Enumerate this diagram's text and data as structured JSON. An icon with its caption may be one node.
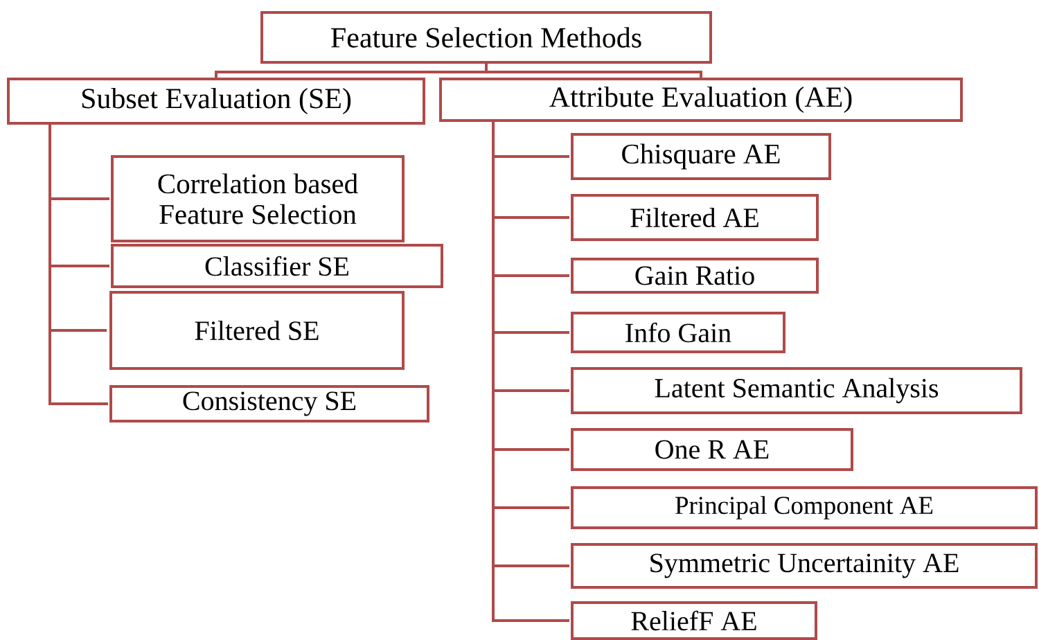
{
  "diagram": {
    "nodes": [
      {
        "text": [
          "Feature Selection Methods"
        ]
      },
      {
        "text": [
          "Subset  Evaluation (SE)"
        ]
      },
      {
        "text": [
          "Attribute Evaluation (AE)"
        ]
      },
      {
        "text": [
          "Correlation based Feature Selection"
        ]
      },
      {
        "text": [
          "Classifier SE"
        ]
      },
      {
        "text": [
          "Filtered SE"
        ]
      },
      {
        "text": [
          "Consistency SE"
        ]
      },
      {
        "text": [
          "Chisquare AE"
        ]
      },
      {
        "text": [
          "Filtered AE"
        ]
      },
      {
        "text": [
          "Gain Ratio"
        ]
      },
      {
        "text": [
          "Info Gain"
        ]
      },
      {
        "text": [
          "Latent Semantic Analysis"
        ]
      },
      {
        "text": [
          "One R AE"
        ]
      },
      {
        "text": [
          "Principal Component AE"
        ]
      },
      {
        "text": [
          "Symmetric Uncertainity AE"
        ]
      },
      {
        "text": [
          "ReliefF AE"
        ]
      }
    ],
    "edges": [
      {
        "from": 0,
        "to": 1,
        "arrow": "none"
      },
      {
        "from": 0,
        "to": 2,
        "arrow": "none"
      },
      {
        "from": 1,
        "to": 3,
        "arrow": "none"
      },
      {
        "from": 1,
        "to": 4,
        "arrow": "none"
      },
      {
        "from": 1,
        "to": 5,
        "arrow": "none"
      },
      {
        "from": 1,
        "to": 6,
        "arrow": "none"
      },
      {
        "from": 2,
        "to": 7,
        "arrow": "none"
      },
      {
        "from": 2,
        "to": 8,
        "arrow": "none"
      },
      {
        "from": 2,
        "to": 9,
        "arrow": "none"
      },
      {
        "from": 2,
        "to": 10,
        "arrow": "none"
      },
      {
        "from": 2,
        "to": 11,
        "arrow": "none"
      },
      {
        "from": 2,
        "to": 12,
        "arrow": "none"
      },
      {
        "from": 2,
        "to": 13,
        "arrow": "none"
      },
      {
        "from": 2,
        "to": 14,
        "arrow": "none"
      },
      {
        "from": 2,
        "to": 15,
        "arrow": "none"
      }
    ]
  }
}
